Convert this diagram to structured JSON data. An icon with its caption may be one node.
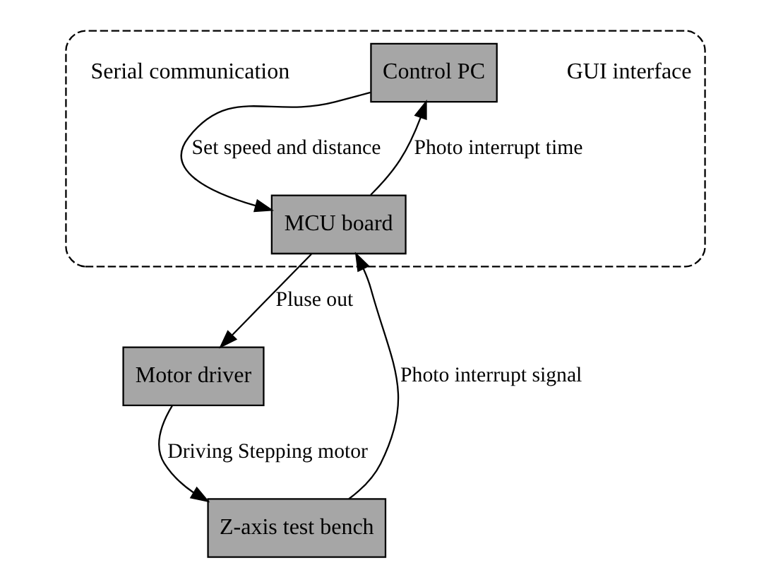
{
  "diagram": {
    "nodes": [
      {
        "text": [],
        "shape": "box"
      },
      {
        "text": [
          "Control PC"
        ],
        "beside": [
          "GUI interface"
        ],
        "in": 0
      },
      {
        "text": [
          "MCU board"
        ],
        "in": 0
      },
      {
        "text": [
          "Motor driver"
        ]
      },
      {
        "text": [
          "Z-axis test bench"
        ]
      }
    ],
    "edges": [
      {
        "from": 2,
        "to": 1,
        "arrow": "to",
        "label": "Photo interrupt time"
      },
      {
        "from": 1,
        "to": 2,
        "arrow": "to",
        "label": "Set speed and distance"
      },
      {
        "from": 2,
        "to": 3,
        "arrow": "to",
        "label": "Pluse out"
      },
      {
        "from": 3,
        "to": 4,
        "arrow": "to",
        "label": "Driving Stepping motor"
      },
      {
        "from": 4,
        "to": 2,
        "arrow": "to",
        "label": "Photo interrupt signal"
      }
    ],
    "labels": [
      "Serial communication"
    ]
  }
}
